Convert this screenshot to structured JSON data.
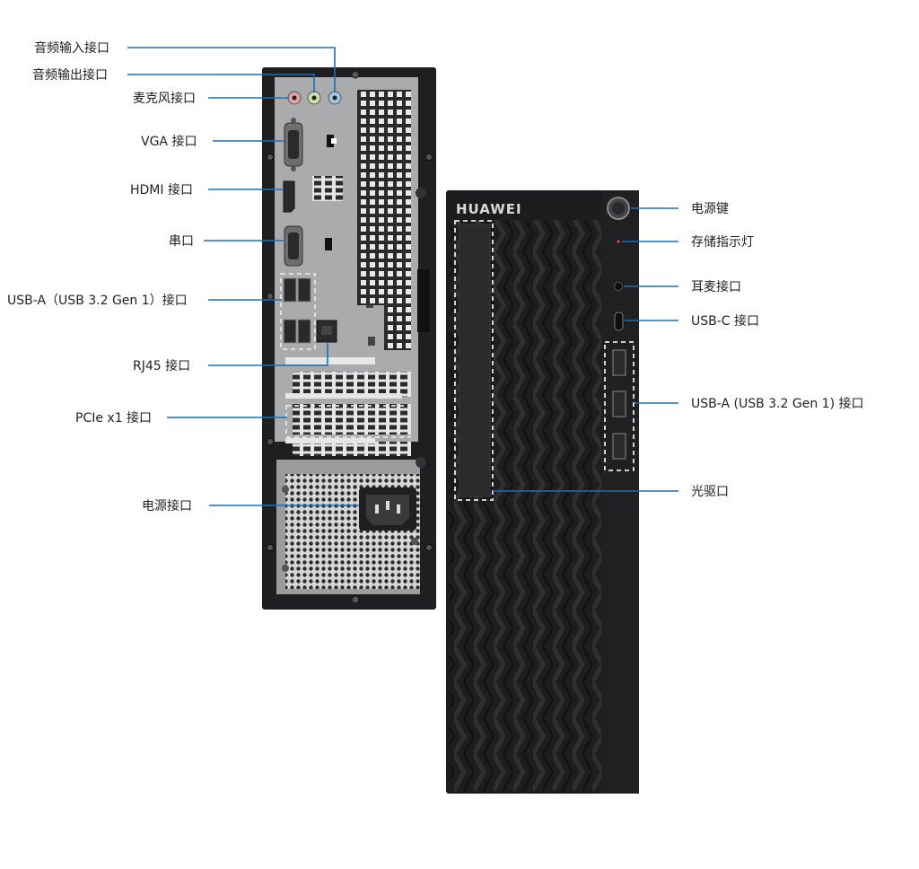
{
  "rear_panel": {
    "labels": {
      "audio_in": "音频输入接口",
      "audio_out": "音频输出接口",
      "mic": "麦克风接口",
      "vga": "VGA 接口",
      "hdmi": "HDMI 接口",
      "serial": "串口",
      "usb_a": "USB-A（USB 3.2 Gen 1）接口",
      "rj45": "RJ45 接口",
      "pcie": "PCIe x1 接口",
      "power": "电源接口"
    }
  },
  "front_panel": {
    "brand": "HUAWEI",
    "labels": {
      "power_button": "电源键",
      "storage_led": "存储指示灯",
      "headset": "耳麦接口",
      "usb_c": "USB-C 接口",
      "usb_a": "USB-A (USB 3.2 Gen 1) 接口",
      "optical": "光驱口"
    }
  },
  "colors": {
    "leader_line": "#1b6fb5",
    "chassis": "#1f1f21",
    "panel": "#a9abad",
    "mic_jack": "#e8a0a8",
    "audio_out_jack": "#cfe0a0",
    "audio_in_jack": "#9cc8e6"
  }
}
